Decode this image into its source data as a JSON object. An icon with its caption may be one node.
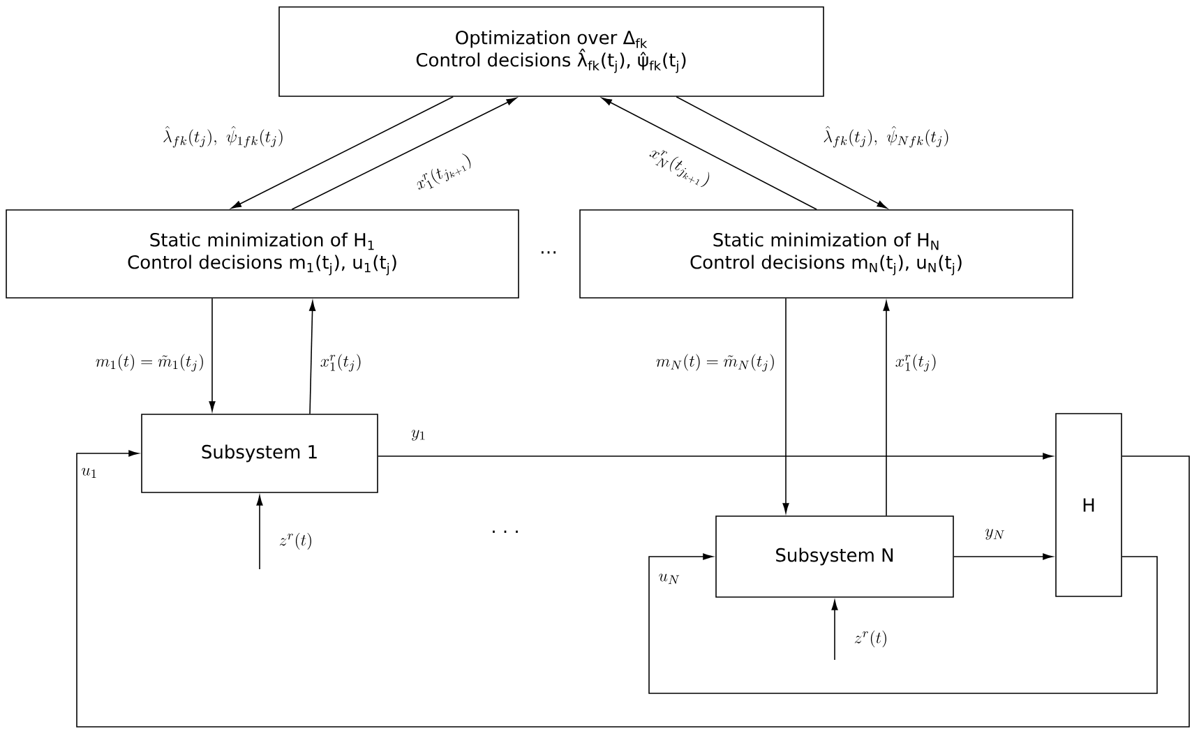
{
  "diagram": {
    "nodes": [
      {
        "text": [
          "Optimization over Δ$_{fk}$",
          "Control decisions λ̂$_{fk}$(t$_{j}$), ψ̂$_{fk}$(t$_{j}$)"
        ]
      },
      {
        "text": [
          "Static minimization of H$_{1}$",
          "Control decisions m$_{1}$(t$_{j}$), u$_{1}$(t$_{j}$)"
        ]
      },
      {
        "text": [
          "Static minimization of H$_{N}$",
          "Control decisions m$_{N}$(t$_{j}$), u$_{N}$(t$_{j}$)"
        ]
      },
      {
        "text": [
          "Subsystem 1"
        ]
      },
      {
        "text": [
          "Subsystem N"
        ]
      },
      {
        "text": [
          "H"
        ]
      }
    ],
    "edges": [
      {
        "from": 0,
        "to": 1,
        "arrow": "to",
        "label": "\\hat\\lambda_{fk}(t_j),\\ \\hat\\psi_{1fk}(t_j)"
      },
      {
        "from": 1,
        "to": 0,
        "arrow": "to",
        "label": "x_1^r(t_{j_{k+1}})"
      },
      {
        "from": 2,
        "to": 0,
        "arrow": "to",
        "label": "x_N^r(t_{j_{k+1}})"
      },
      {
        "from": 0,
        "to": 2,
        "arrow": "to",
        "label": "\\hat\\lambda_{fk}(t_j),\\ \\hat\\psi_{Nfk}(t_j)"
      },
      {
        "from": 1,
        "to": 3,
        "arrow": "to",
        "label": "m_1(t)=\\tilde m_1(t_j)"
      },
      {
        "from": 3,
        "to": 1,
        "arrow": "to",
        "label": "x_1^r(t_j)"
      },
      {
        "from": 2,
        "to": 4,
        "arrow": "to",
        "label": "m_N(t)=\\tilde m_N(t_j)"
      },
      {
        "from": 4,
        "to": 2,
        "arrow": "to",
        "label": "x_1^r(t_j)"
      },
      {
        "from": 3,
        "to": 5,
        "arrow": "to",
        "label": "y_1"
      },
      {
        "from": 4,
        "to": 5,
        "arrow": "to",
        "label": "y_N"
      },
      {
        "from": 5,
        "to": 3,
        "arrow": "to",
        "label": "u_1"
      },
      {
        "from": 5,
        "to": 4,
        "arrow": "to",
        "label": "u_N"
      },
      {
        "from": null,
        "to": 3,
        "arrow": "to",
        "label": "z^r(t)"
      },
      {
        "from": null,
        "to": 4,
        "arrow": "to",
        "label": "z^r(t)"
      }
    ],
    "labels": [
      "…",
      "· · ·"
    ]
  }
}
